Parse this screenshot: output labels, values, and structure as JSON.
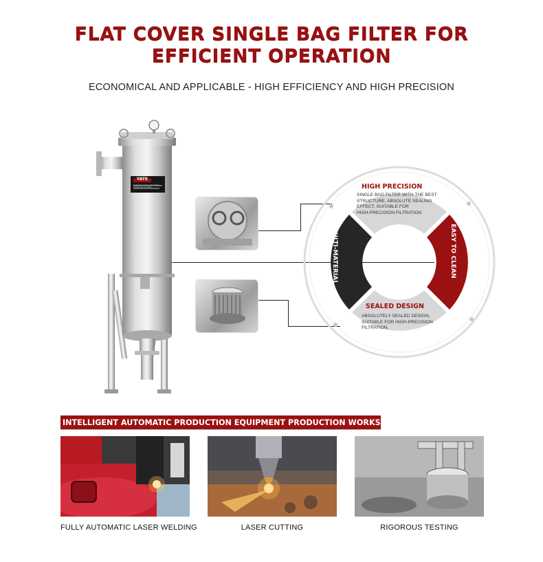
{
  "title": {
    "line1": "FLAT COVER SINGLE BAG FILTER FOR",
    "line2": "EFFICIENT OPERATION"
  },
  "subtitle": "ECONOMICAL AND APPLICABLE - HIGH EFFICIENCY AND HIGH PRECISION",
  "product": {
    "brand_logo": "YATE",
    "plate_text": "MAKE THE WORLD INDUSTRIAL FILTRATION SYSTEMS"
  },
  "features": {
    "high_precision": {
      "title": "HIGH PRECISION",
      "text": [
        "SINGLE BAG FILTER WITH THE BEST",
        "STRUCTURE, ABSOLUTE SEALING",
        "EFFECT, SUITABLE FOR",
        "HIGH-PRECISION FILTRATION"
      ]
    },
    "sealed_design": {
      "title": "SEALED DESIGN",
      "text": [
        "ABSOLUTELY SEALED DESIGN,",
        "SUITABLE FOR HIGH-PRECISION",
        "FILTRATION,"
      ]
    },
    "multi_material": "MULTI-MATERIAL",
    "easy_to_clean": "EASY TO CLEAN"
  },
  "workshop": {
    "banner": "INTELLIGENT AUTOMATIC PRODUCTION EQUIPMENT PRODUCTION WORKSHOP",
    "items": [
      {
        "caption": "FULLY AUTOMATIC LASER WELDING"
      },
      {
        "caption": "LASER CUTTING"
      },
      {
        "caption": "RIGOROUS TESTING"
      }
    ]
  },
  "colors": {
    "accent_red": "#9b1010",
    "segment_dark": "#262626",
    "segment_light": "#d7d7d7"
  }
}
